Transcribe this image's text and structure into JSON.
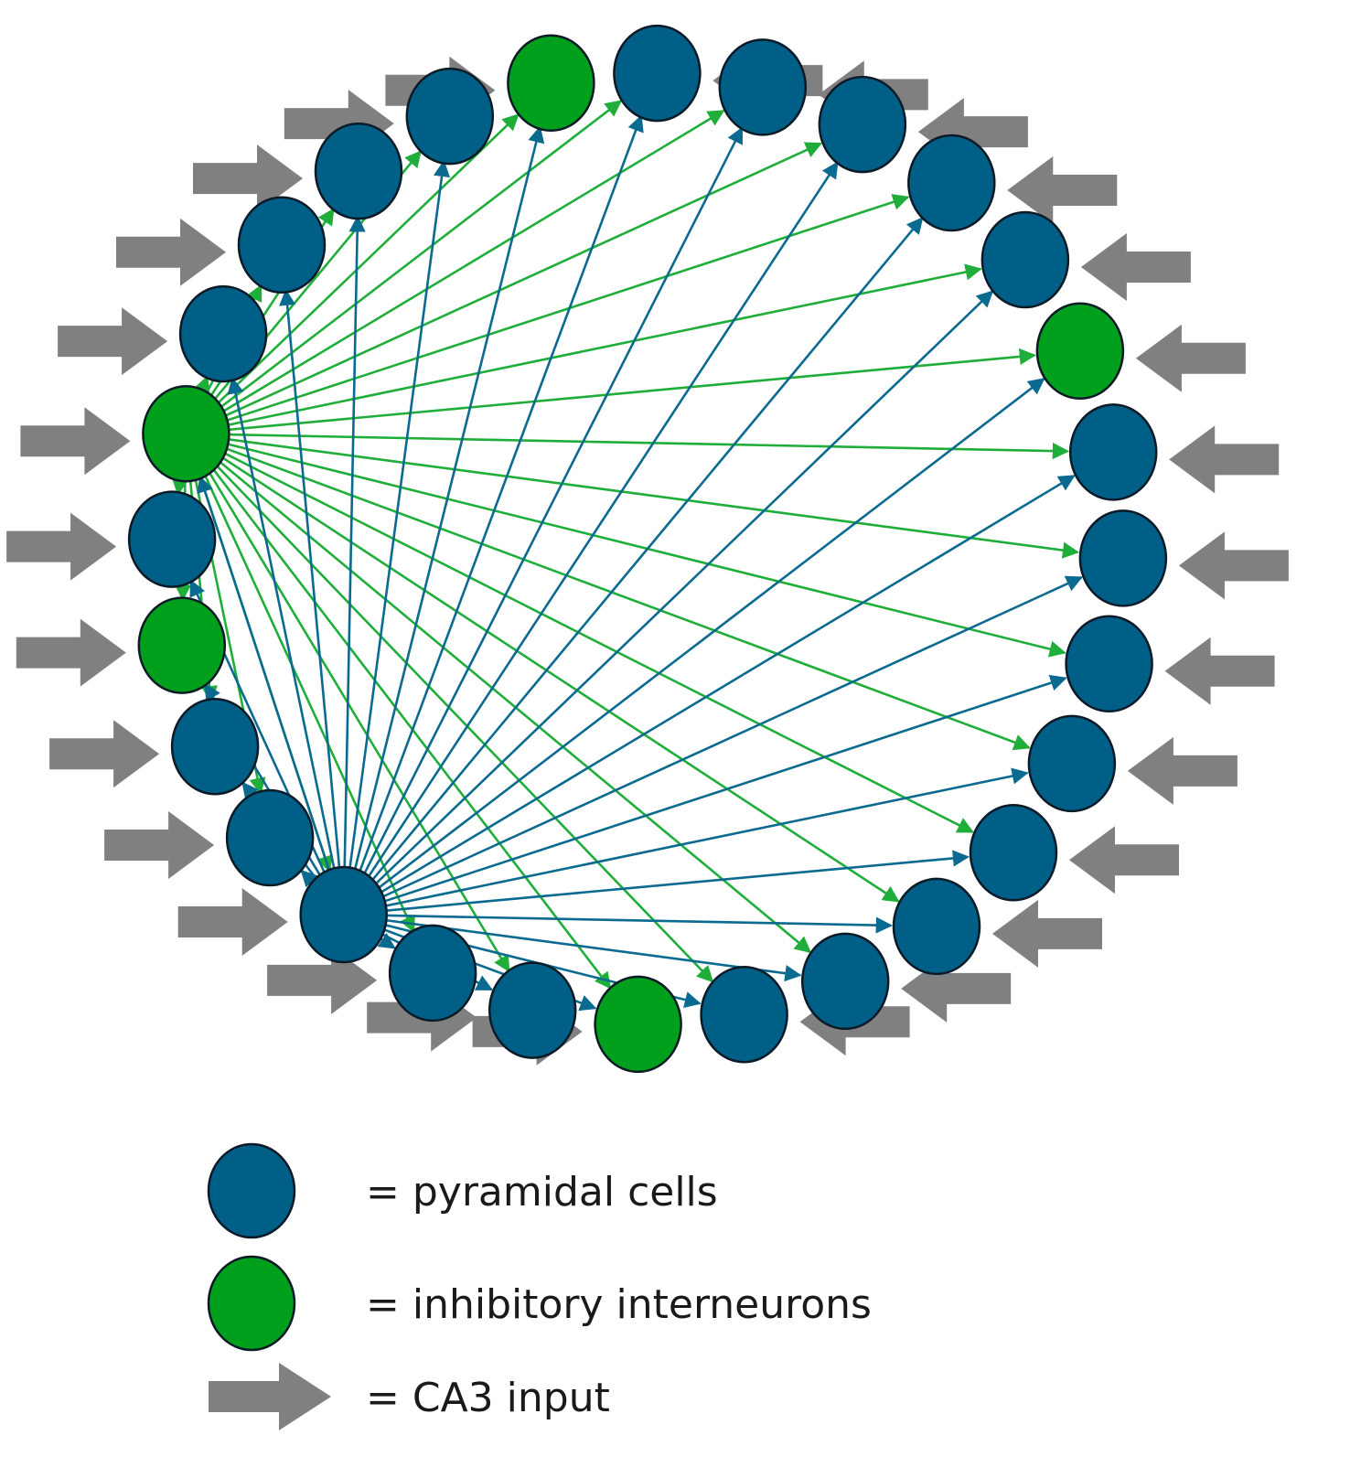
{
  "colors": {
    "pyramidal": "#005f87",
    "inhibitory": "#00a01c",
    "input_arrow": "#808080",
    "edge_pyramidal": "#0b6a8f",
    "edge_inhibitory": "#1fae3a",
    "outline": "#0b1a26"
  },
  "neurons": [
    {
      "type": "inhibitory"
    },
    {
      "type": "pyramidal"
    },
    {
      "type": "pyramidal"
    },
    {
      "type": "pyramidal"
    },
    {
      "type": "pyramidal"
    },
    {
      "type": "inhibitory"
    },
    {
      "type": "pyramidal"
    },
    {
      "type": "pyramidal"
    },
    {
      "type": "pyramidal"
    },
    {
      "type": "pyramidal"
    },
    {
      "type": "pyramidal"
    },
    {
      "type": "inhibitory"
    },
    {
      "type": "pyramidal"
    },
    {
      "type": "pyramidal"
    },
    {
      "type": "pyramidal"
    },
    {
      "type": "pyramidal"
    },
    {
      "type": "pyramidal"
    },
    {
      "type": "pyramidal"
    },
    {
      "type": "pyramidal"
    },
    {
      "type": "pyramidal"
    },
    {
      "type": "inhibitory"
    },
    {
      "type": "pyramidal"
    },
    {
      "type": "pyramidal"
    },
    {
      "type": "pyramidal"
    },
    {
      "type": "pyramidal"
    },
    {
      "type": "pyramidal"
    },
    {
      "type": "inhibitory"
    },
    {
      "type": "pyramidal"
    }
  ],
  "connections": {
    "inhibitory_source": 0,
    "pyramidal_source": 23
  },
  "legend": {
    "pyramidal_label": "= pyramidal cells",
    "inhibitory_label": "= inhibitory interneurons",
    "input_label": "= CA3 input"
  }
}
